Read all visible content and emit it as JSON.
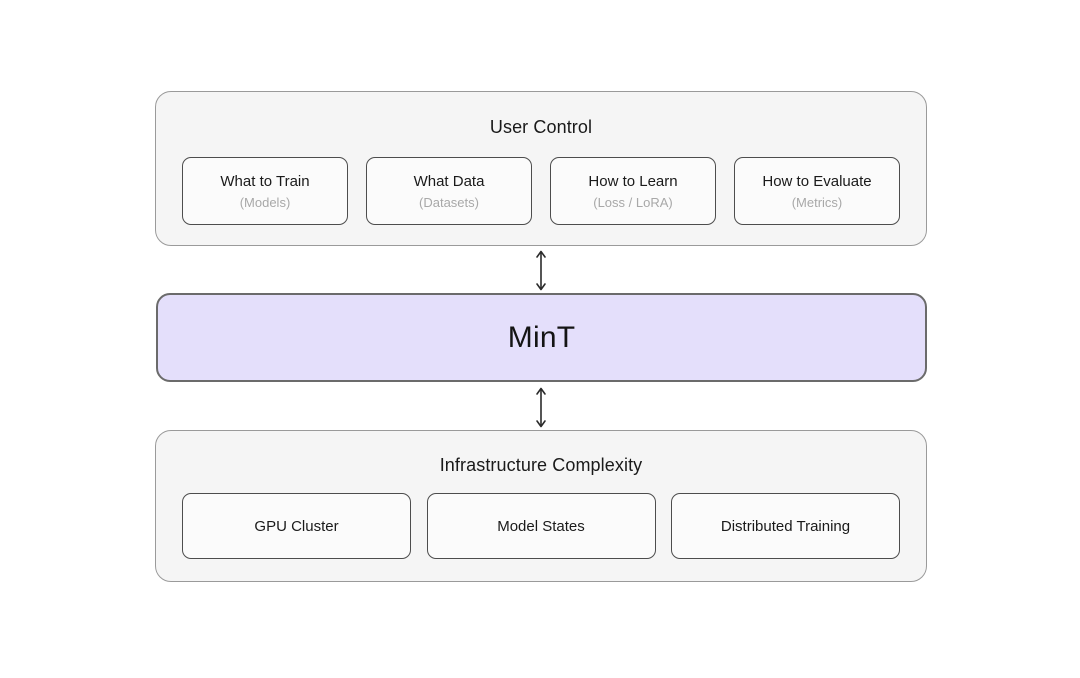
{
  "colors": {
    "page_bg": "#ffffff",
    "container_bg": "#f5f5f5",
    "container_border": "#9a9a9a",
    "card_bg": "#fbfbfb",
    "card_border": "#4d4d4d",
    "mint_bg": "#e4dffb",
    "mint_border": "#6b6b6b",
    "title_text": "#1a1a1a",
    "subtitle_text": "#a8a8a8",
    "arrow": "#2b2b2b"
  },
  "diagram": {
    "user_control": {
      "title": "User Control",
      "cards": [
        {
          "label": "What to Train",
          "sublabel": "(Models)"
        },
        {
          "label": "What Data",
          "sublabel": "(Datasets)"
        },
        {
          "label": "How to Learn",
          "sublabel": "(Loss / LoRA)"
        },
        {
          "label": "How to Evaluate",
          "sublabel": "(Metrics)"
        }
      ]
    },
    "mint": {
      "label": "MinT"
    },
    "infrastructure": {
      "title": "Infrastructure Complexity",
      "cards": [
        {
          "label": "GPU Cluster"
        },
        {
          "label": "Model States"
        },
        {
          "label": "Distributed Training"
        }
      ]
    }
  }
}
